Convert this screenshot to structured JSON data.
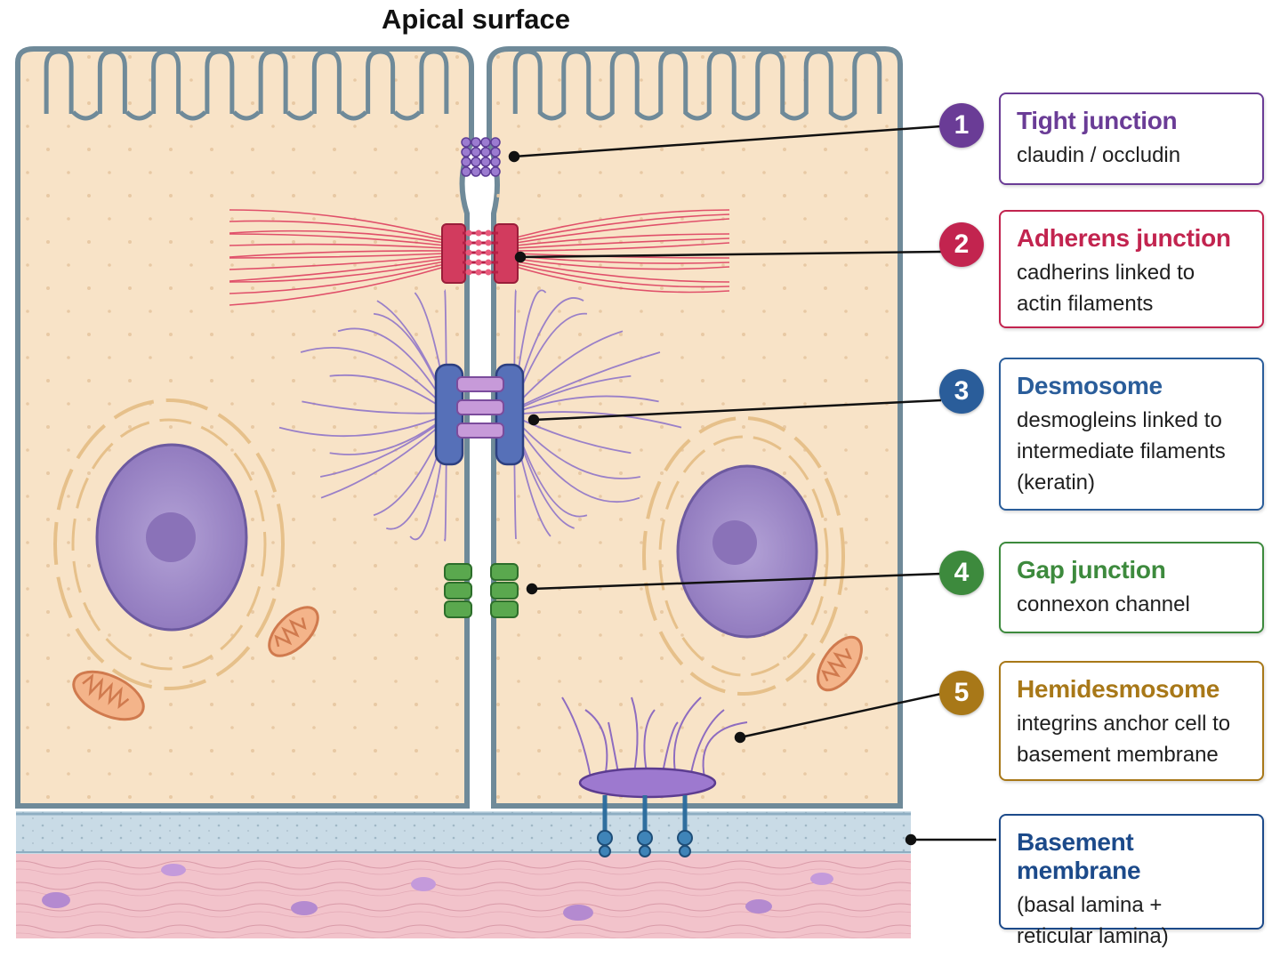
{
  "header": {
    "title": "Apical surface"
  },
  "colors": {
    "cytoplasm": "#f8e3c7",
    "membrane": "#7f9aa8",
    "nucleus": "#9e86c6",
    "tight": "#6a3c96",
    "adherens": "#c2244f",
    "desmosome": "#2a5d9a",
    "gap": "#3d8a3d",
    "hemidesmosome": "#a87818",
    "basement": "#1c4a8a"
  },
  "legend": [
    {
      "number": "1",
      "title": "Tight junction",
      "description": "claudin / occludin",
      "color": "#6a3c96",
      "icon": "tight-junction-icon"
    },
    {
      "number": "2",
      "title": "Adherens junction",
      "description": "cadherins linked to\nactin filaments",
      "color": "#c2244f",
      "icon": "adherens-junction-icon"
    },
    {
      "number": "3",
      "title": "Desmosome",
      "description": "desmogleins linked to\nintermediate filaments\n(keratin)",
      "color": "#2a5d9a",
      "icon": "desmosome-icon"
    },
    {
      "number": "4",
      "title": "Gap junction",
      "description": "connexon channel",
      "color": "#3d8a3d",
      "icon": "gap-junction-icon"
    },
    {
      "number": "5",
      "title": "Hemidesmosome",
      "description": "integrins anchor cell to\nbasement membrane",
      "color": "#a87818",
      "icon": "hemidesmosome-icon"
    },
    {
      "number": "",
      "title": "Basement membrane",
      "description": "(basal lamina +\nreticular lamina)",
      "color": "#1c4a8a",
      "icon": "basement-membrane-icon"
    }
  ]
}
